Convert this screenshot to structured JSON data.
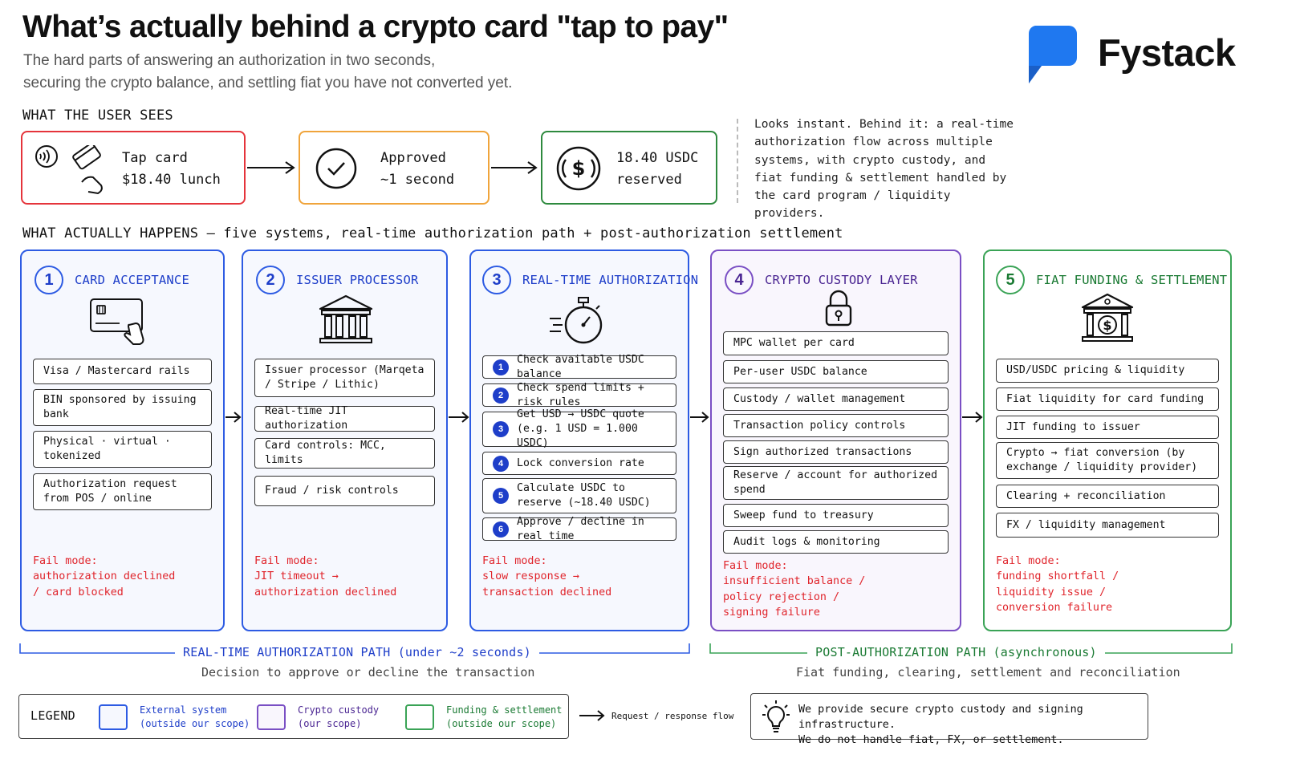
{
  "header": {
    "title": "What’s actually behind a crypto card \"tap to pay\"",
    "subtitle_line1": "The hard parts of answering an authorization in two seconds,",
    "subtitle_line2": "securing the crypto balance, and settling fiat you have not converted yet.",
    "brand": "Fystack",
    "brand_color": "#1f78f0"
  },
  "user_sees": {
    "heading": "WHAT THE USER SEES",
    "steps": [
      {
        "line1": "Tap card",
        "line2": "$18.40 lunch",
        "color": "#e5343b",
        "icon": "contactless-tap-icon"
      },
      {
        "line1": "Approved",
        "line2": "~1 second",
        "color": "#f0a43b",
        "icon": "check-circle-icon"
      },
      {
        "line1": "18.40 USDC",
        "line2": "reserved",
        "color": "#2e8a3e",
        "icon": "usdc-coin-icon"
      }
    ],
    "explanation": "Looks instant. Behind it: a real-time authorization flow across multiple systems, with crypto custody, and fiat funding & settlement handled by the card program / liquidity providers."
  },
  "actually_happens": {
    "heading": "WHAT ACTUALLY HAPPENS – five systems, real-time authorization path + post-authorization settlement"
  },
  "columns": [
    {
      "number": "1",
      "title": "CARD ACCEPTANCE",
      "icon": "card-tap-icon",
      "items": [
        "Visa / Mastercard rails",
        "BIN sponsored by issuing bank",
        "Physical · virtual · tokenized",
        "Authorization request from POS / online"
      ],
      "fail_label": "Fail mode:",
      "fail_text": "authorization declined / card blocked"
    },
    {
      "number": "2",
      "title": "ISSUER PROCESSOR",
      "icon": "bank-building-icon",
      "items": [
        "Issuer processor (Marqeta / Stripe / Lithic)",
        "Real-time JIT authorization",
        "Card controls: MCC, limits",
        "Fraud / risk controls"
      ],
      "fail_label": "Fail mode:",
      "fail_text": "JIT timeout → authorization declined"
    },
    {
      "number": "3",
      "title": "REAL-TIME AUTHORIZATION",
      "icon": "stopwatch-icon",
      "items": [
        "Check available USDC balance",
        "Check spend limits + risk rules",
        "Get USD → USDC quote (e.g. 1 USD = 1.000 USDC)",
        "Lock conversion rate",
        "Calculate USDC to reserve (~18.40 USDC)",
        "Approve / decline in real time"
      ],
      "fail_label": "Fail mode:",
      "fail_text": "slow response → transaction declined"
    },
    {
      "number": "4",
      "title": "CRYPTO CUSTODY LAYER",
      "icon": "padlock-icon",
      "items": [
        "MPC wallet per card",
        "Per-user USDC balance",
        "Custody / wallet management",
        "Transaction policy controls",
        "Sign authorized transactions",
        "Reserve / account for authorized spend",
        "Sweep fund to treasury",
        "Audit logs & monitoring"
      ],
      "fail_label": "Fail mode:",
      "fail_text": "insufficient balance / policy rejection / signing failure"
    },
    {
      "number": "5",
      "title": "FIAT FUNDING & SETTLEMENT",
      "icon": "bank-dollar-icon",
      "items": [
        "USD/USDC pricing & liquidity",
        "Fiat liquidity for card funding",
        "JIT funding to issuer",
        "Crypto → fiat conversion (by exchange / liquidity provider)",
        "Clearing + reconciliation",
        "FX / liquidity management"
      ],
      "fail_label": "Fail mode:",
      "fail_text": "funding shortfall / liquidity issue / conversion failure"
    }
  ],
  "paths": {
    "realtime_label": "REAL-TIME AUTHORIZATION PATH (under ~2 seconds)",
    "realtime_sub": "Decision to approve or decline the transaction",
    "post_label": "POST-AUTHORIZATION PATH (asynchronous)",
    "post_sub": "Fiat funding, clearing, settlement and reconciliation"
  },
  "legend": {
    "title": "LEGEND",
    "external_line1": "External system",
    "external_line2": "(outside our scope)",
    "custody_line1": "Crypto custody",
    "custody_line2": "(our scope)",
    "funding_line1": "Funding & settlement",
    "funding_line2": "(outside our scope)",
    "flow": "Request / response flow",
    "colors": {
      "external": "#2d5be3",
      "custody": "#7a4fc4",
      "funding": "#3aa356",
      "fail": "#e0242b"
    }
  },
  "note": {
    "icon": "lightbulb-icon",
    "line1": "We provide secure crypto custody and signing infrastructure.",
    "line2": "We do not handle fiat, FX, or settlement."
  }
}
